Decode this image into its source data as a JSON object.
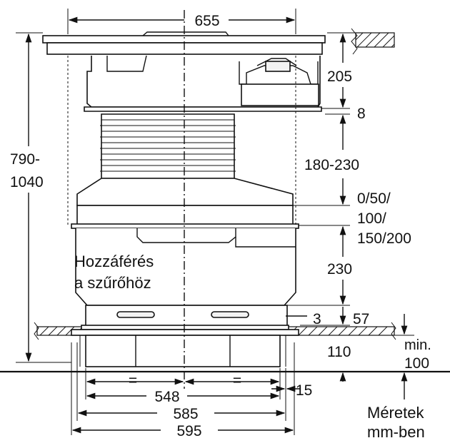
{
  "dimensions": {
    "top_width": "655",
    "height_range_1": "790-",
    "height_range_2": "1040",
    "top_height": "205",
    "gap": "8",
    "duct_range": "180-230",
    "spacer_1": "0/50/",
    "spacer_2": "100/",
    "spacer_3": "150/200",
    "lower_height": "230",
    "small_offset": "3",
    "lip_height": "57",
    "base_height": "110",
    "min_label": "min.",
    "min_value": "100",
    "equal_left": "=",
    "equal_right": "=",
    "inner_width": "548",
    "side_offset": "15",
    "mid_width": "585",
    "outer_width": "595"
  },
  "labels": {
    "filter_access_1": "Hozzáférés",
    "filter_access_2": "a szűrőhöz",
    "units_1": "Méretek",
    "units_2": "mm-ben"
  }
}
